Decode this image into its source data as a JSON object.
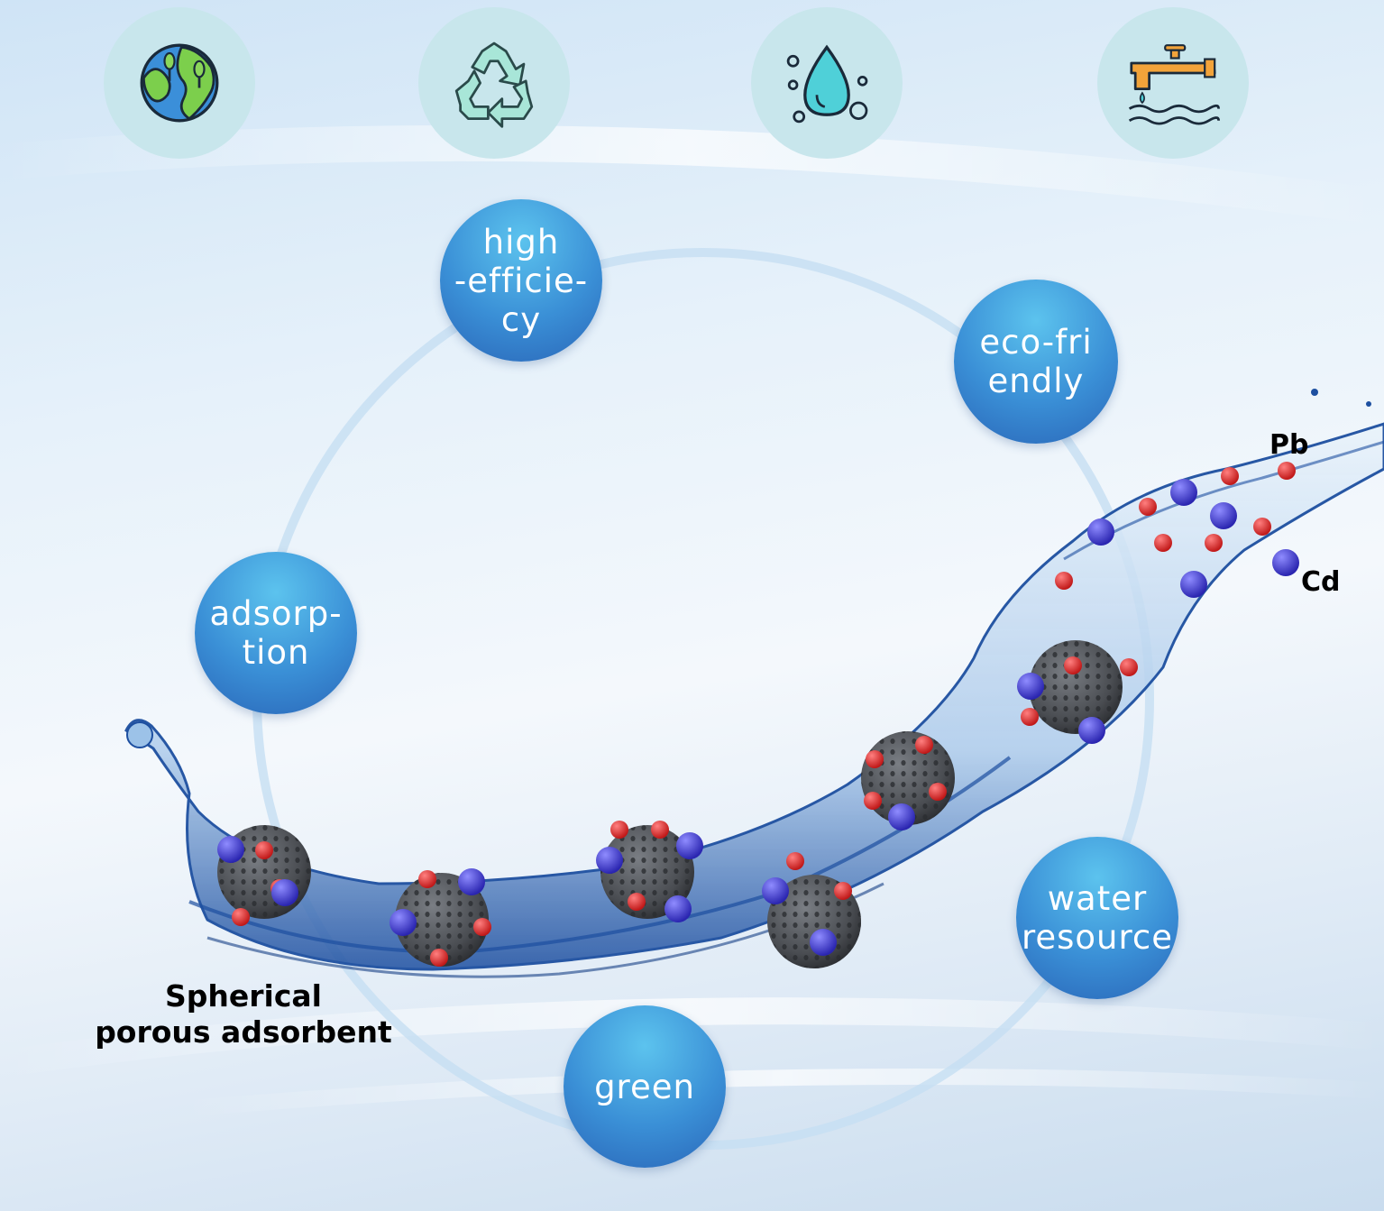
{
  "icons": [
    {
      "name": "earth-plant-icon",
      "bg": "#c8e6ec"
    },
    {
      "name": "recycle-icon",
      "bg": "#c8e6ec"
    },
    {
      "name": "water-drop-icon",
      "bg": "#c8e6ec"
    },
    {
      "name": "faucet-water-icon",
      "bg": "#c8e6ec"
    }
  ],
  "bubbles": {
    "high_efficiency": "high\n-efficie-\ncy",
    "eco_friendly": "eco-fri\nendly",
    "adsorption": "adsorp-\ntion",
    "water_resource": "water\nresource",
    "green": "green"
  },
  "labels": {
    "adsorbent": "Spherical\nporous adsorbent",
    "pb": "Pb",
    "cd": "Cd"
  },
  "colors": {
    "bubble_top": "#5cc3ee",
    "bubble_bottom": "#2a66b8",
    "pb_ion": "#d42020",
    "cd_ion": "#3a35c8",
    "adsorbent": "#4a4d52",
    "water_stream": "#1d4fa0"
  }
}
